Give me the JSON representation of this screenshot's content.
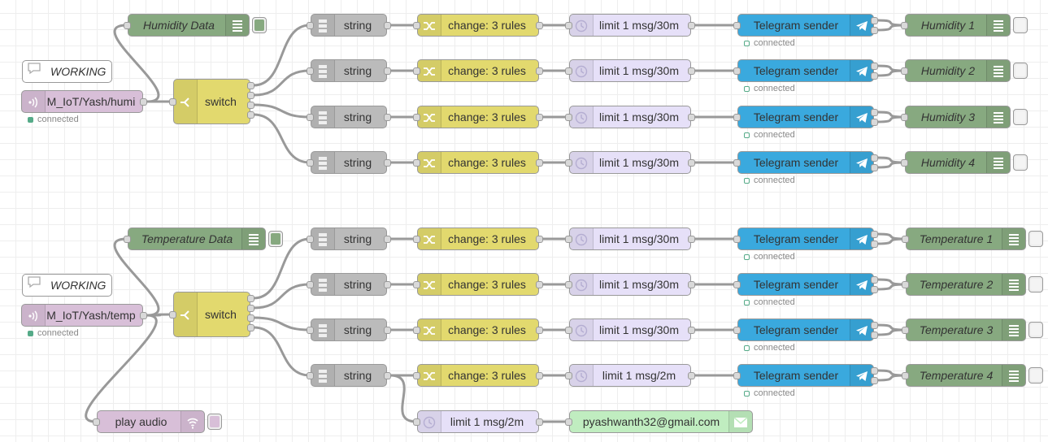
{
  "colors": {
    "mqtt": "#d8bfd8",
    "switch": "#e2d96e",
    "string": "#bbbbbb",
    "change": "#e2d96e",
    "delay": "#e6e0f8",
    "telegram": "#3fadb5",
    "telegram_fill": "#3aa9de",
    "debug": "#87a980",
    "audio": "#d8bfd8",
    "email": "#c0edc0",
    "status_ok": "#5a8",
    "wire": "#999999"
  },
  "nodes": [
    {
      "id": "c1",
      "kind": "comment",
      "label": "WORKING",
      "name": "comment-working-humidity",
      "icon": "comment-icon"
    },
    {
      "id": "c2",
      "kind": "comment",
      "label": "WORKING",
      "name": "comment-working-temperature",
      "icon": "comment-icon"
    },
    {
      "id": "mq1",
      "kind": "mqtt",
      "label": "M_IoT/Yash/humi",
      "status": "connected",
      "name": "mqtt-in-humidity-node",
      "icon": "radio-waves-icon"
    },
    {
      "id": "mq2",
      "kind": "mqtt",
      "label": "M_IoT/Yash/temp",
      "status": "connected",
      "name": "mqtt-in-temperature-node",
      "icon": "radio-waves-icon"
    },
    {
      "id": "dbgH",
      "kind": "debugL",
      "label": "Humidity Data",
      "name": "debug-humidity-data-node",
      "icon": "list-icon"
    },
    {
      "id": "dbgT",
      "kind": "debugL",
      "label": "Temperature Data",
      "name": "debug-temperature-data-node",
      "icon": "list-icon"
    },
    {
      "id": "swH",
      "kind": "switch",
      "label": "switch",
      "name": "switch-humidity-node",
      "icon": "switch-branch-icon"
    },
    {
      "id": "swT",
      "kind": "switch",
      "label": "switch",
      "name": "switch-temperature-node",
      "icon": "switch-branch-icon"
    },
    {
      "id": "sH1",
      "kind": "string",
      "label": "string",
      "name": "string-node-humidity-1",
      "icon": "string-icon"
    },
    {
      "id": "sH2",
      "kind": "string",
      "label": "string",
      "name": "string-node-humidity-2",
      "icon": "string-icon"
    },
    {
      "id": "sH3",
      "kind": "string",
      "label": "string",
      "name": "string-node-humidity-3",
      "icon": "string-icon"
    },
    {
      "id": "sH4",
      "kind": "string",
      "label": "string",
      "name": "string-node-humidity-4",
      "icon": "string-icon"
    },
    {
      "id": "sT1",
      "kind": "string",
      "label": "string",
      "name": "string-node-temperature-1",
      "icon": "string-icon"
    },
    {
      "id": "sT2",
      "kind": "string",
      "label": "string",
      "name": "string-node-temperature-2",
      "icon": "string-icon"
    },
    {
      "id": "sT3",
      "kind": "string",
      "label": "string",
      "name": "string-node-temperature-3",
      "icon": "string-icon"
    },
    {
      "id": "sT4",
      "kind": "string",
      "label": "string",
      "name": "string-node-temperature-4",
      "icon": "string-icon"
    },
    {
      "id": "chH1",
      "kind": "change",
      "label": "change: 3 rules",
      "name": "change-node-humidity-1",
      "icon": "shuffle-icon"
    },
    {
      "id": "chH2",
      "kind": "change",
      "label": "change: 3 rules",
      "name": "change-node-humidity-2",
      "icon": "shuffle-icon"
    },
    {
      "id": "chH3",
      "kind": "change",
      "label": "change: 3 rules",
      "name": "change-node-humidity-3",
      "icon": "shuffle-icon"
    },
    {
      "id": "chH4",
      "kind": "change",
      "label": "change: 3 rules",
      "name": "change-node-humidity-4",
      "icon": "shuffle-icon"
    },
    {
      "id": "chT1",
      "kind": "change",
      "label": "change: 3 rules",
      "name": "change-node-temperature-1",
      "icon": "shuffle-icon"
    },
    {
      "id": "chT2",
      "kind": "change",
      "label": "change: 3 rules",
      "name": "change-node-temperature-2",
      "icon": "shuffle-icon"
    },
    {
      "id": "chT3",
      "kind": "change",
      "label": "change: 3 rules",
      "name": "change-node-temperature-3",
      "icon": "shuffle-icon"
    },
    {
      "id": "chT4",
      "kind": "change",
      "label": "change: 3 rules",
      "name": "change-node-temperature-4",
      "icon": "shuffle-icon"
    },
    {
      "id": "lmH1",
      "kind": "delay",
      "label": "limit 1 msg/30m",
      "name": "delay-node-humidity-1",
      "icon": "clock-icon"
    },
    {
      "id": "lmH2",
      "kind": "delay",
      "label": "limit 1 msg/30m",
      "name": "delay-node-humidity-2",
      "icon": "clock-icon"
    },
    {
      "id": "lmH3",
      "kind": "delay",
      "label": "limit 1 msg/30m",
      "name": "delay-node-humidity-3",
      "icon": "clock-icon"
    },
    {
      "id": "lmH4",
      "kind": "delay",
      "label": "limit 1 msg/30m",
      "name": "delay-node-humidity-4",
      "icon": "clock-icon"
    },
    {
      "id": "lmT1",
      "kind": "delay",
      "label": "limit 1 msg/30m",
      "name": "delay-node-temperature-1",
      "icon": "clock-icon"
    },
    {
      "id": "lmT2",
      "kind": "delay",
      "label": "limit 1 msg/30m",
      "name": "delay-node-temperature-2",
      "icon": "clock-icon"
    },
    {
      "id": "lmT3",
      "kind": "delay",
      "label": "limit 1 msg/30m",
      "name": "delay-node-temperature-3",
      "icon": "clock-icon"
    },
    {
      "id": "lmT4",
      "kind": "delay",
      "label": "limit 1 msg/2m",
      "name": "delay-node-temperature-4",
      "icon": "clock-icon"
    },
    {
      "id": "lmE",
      "kind": "delay",
      "label": "limit 1 msg/2m",
      "name": "delay-node-email",
      "icon": "clock-icon"
    },
    {
      "id": "tgH1",
      "kind": "telegram",
      "label": "Telegram sender",
      "status": "connected",
      "name": "telegram-sender-humidity-1",
      "icon": "telegram-icon"
    },
    {
      "id": "tgH2",
      "kind": "telegram",
      "label": "Telegram sender",
      "status": "connected",
      "name": "telegram-sender-humidity-2",
      "icon": "telegram-icon"
    },
    {
      "id": "tgH3",
      "kind": "telegram",
      "label": "Telegram sender",
      "status": "connected",
      "name": "telegram-sender-humidity-3",
      "icon": "telegram-icon"
    },
    {
      "id": "tgH4",
      "kind": "telegram",
      "label": "Telegram sender",
      "status": "connected",
      "name": "telegram-sender-humidity-4",
      "icon": "telegram-icon"
    },
    {
      "id": "tgT1",
      "kind": "telegram",
      "label": "Telegram sender",
      "status": "connected",
      "name": "telegram-sender-temperature-1",
      "icon": "telegram-icon"
    },
    {
      "id": "tgT2",
      "kind": "telegram",
      "label": "Telegram sender",
      "status": "connected",
      "name": "telegram-sender-temperature-2",
      "icon": "telegram-icon"
    },
    {
      "id": "tgT3",
      "kind": "telegram",
      "label": "Telegram sender",
      "status": "connected",
      "name": "telegram-sender-temperature-3",
      "icon": "telegram-icon"
    },
    {
      "id": "tgT4",
      "kind": "telegram",
      "label": "Telegram sender",
      "status": "connected",
      "name": "telegram-sender-temperature-4",
      "icon": "telegram-icon"
    },
    {
      "id": "dH1",
      "kind": "debugR",
      "label": "Humidity 1",
      "name": "debug-humidity-1",
      "icon": "list-icon"
    },
    {
      "id": "dH2",
      "kind": "debugR",
      "label": "Humidity 2",
      "name": "debug-humidity-2",
      "icon": "list-icon"
    },
    {
      "id": "dH3",
      "kind": "debugR",
      "label": "Humidity 3",
      "name": "debug-humidity-3",
      "icon": "list-icon"
    },
    {
      "id": "dH4",
      "kind": "debugR",
      "label": "Humidity 4",
      "name": "debug-humidity-4",
      "icon": "list-icon"
    },
    {
      "id": "dT1",
      "kind": "debugR",
      "label": "Temperature 1",
      "name": "debug-temperature-1",
      "icon": "list-icon"
    },
    {
      "id": "dT2",
      "kind": "debugR",
      "label": "Temperature 2",
      "name": "debug-temperature-2",
      "icon": "list-icon"
    },
    {
      "id": "dT3",
      "kind": "debugR",
      "label": "Temperature 3",
      "name": "debug-temperature-3",
      "icon": "list-icon"
    },
    {
      "id": "dT4",
      "kind": "debugR",
      "label": "Temperature 4",
      "name": "debug-temperature-4",
      "icon": "list-icon"
    },
    {
      "id": "aud",
      "kind": "audio",
      "label": "play audio",
      "name": "play-audio-node",
      "icon": "audio-icon"
    },
    {
      "id": "eml",
      "kind": "email",
      "label": "pyashwanth32@gmail.com",
      "name": "email-node",
      "icon": "envelope-icon"
    }
  ],
  "wires": [
    [
      "mq1",
      "dbgH"
    ],
    [
      "mq1",
      "swH"
    ],
    [
      "swH",
      "sH1"
    ],
    [
      "swH",
      "sH2"
    ],
    [
      "swH",
      "sH3"
    ],
    [
      "swH",
      "sH4"
    ],
    [
      "sH1",
      "chH1"
    ],
    [
      "sH2",
      "chH2"
    ],
    [
      "sH3",
      "chH3"
    ],
    [
      "sH4",
      "chH4"
    ],
    [
      "chH1",
      "lmH1"
    ],
    [
      "chH2",
      "lmH2"
    ],
    [
      "chH3",
      "lmH3"
    ],
    [
      "chH4",
      "lmH4"
    ],
    [
      "lmH1",
      "tgH1"
    ],
    [
      "lmH2",
      "tgH2"
    ],
    [
      "lmH3",
      "tgH3"
    ],
    [
      "lmH4",
      "tgH4"
    ],
    [
      "tgH1",
      "dH1"
    ],
    [
      "tgH2",
      "dH2"
    ],
    [
      "tgH3",
      "dH3"
    ],
    [
      "tgH4",
      "dH4"
    ],
    [
      "mq2",
      "dbgT"
    ],
    [
      "mq2",
      "swT"
    ],
    [
      "mq2",
      "aud"
    ],
    [
      "swT",
      "sT1"
    ],
    [
      "swT",
      "sT2"
    ],
    [
      "swT",
      "sT3"
    ],
    [
      "swT",
      "sT4"
    ],
    [
      "sT1",
      "chT1"
    ],
    [
      "sT2",
      "chT2"
    ],
    [
      "sT3",
      "chT3"
    ],
    [
      "sT4",
      "chT4"
    ],
    [
      "sT4",
      "lmE"
    ],
    [
      "chT1",
      "lmT1"
    ],
    [
      "chT2",
      "lmT2"
    ],
    [
      "chT3",
      "lmT3"
    ],
    [
      "chT4",
      "lmT4"
    ],
    [
      "lmT1",
      "tgT1"
    ],
    [
      "lmT2",
      "tgT2"
    ],
    [
      "lmT3",
      "tgT3"
    ],
    [
      "lmT4",
      "tgT4"
    ],
    [
      "lmE",
      "eml"
    ],
    [
      "tgT1",
      "dT1"
    ],
    [
      "tgT2",
      "dT2"
    ],
    [
      "tgT3",
      "dT3"
    ],
    [
      "tgT4",
      "dT4"
    ]
  ]
}
